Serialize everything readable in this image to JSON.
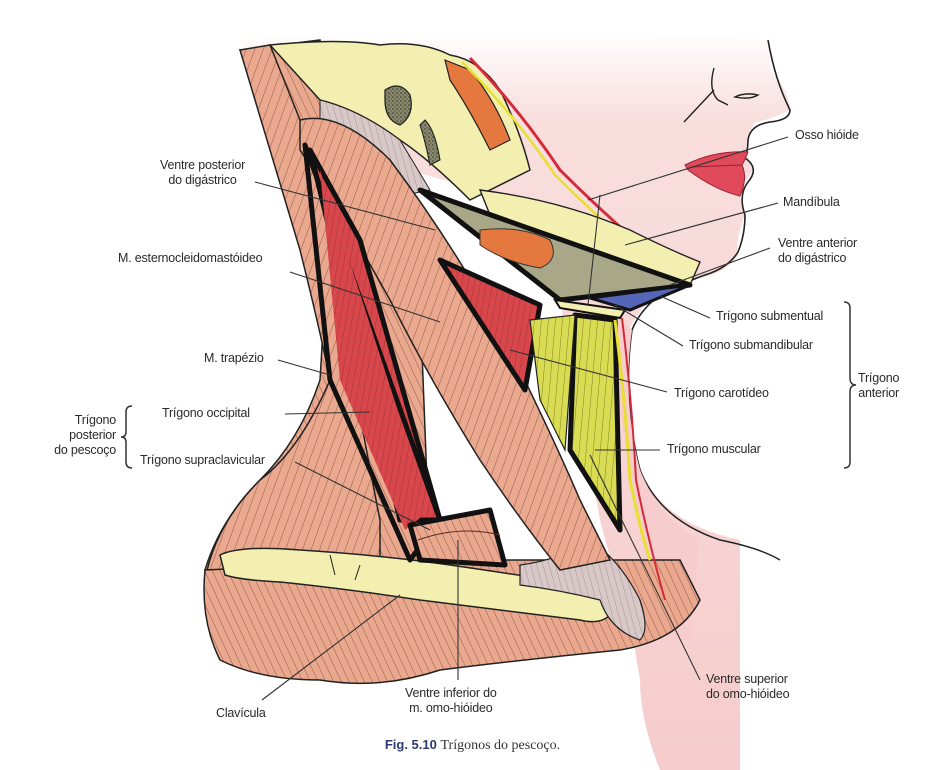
{
  "figure": {
    "number": "Fig. 5.10",
    "title": "Trígonos do pescoço."
  },
  "labels": {
    "ventre_posterior_digastrico": [
      "Ventre posterior",
      "do digástrico"
    ],
    "esternocleidomastoideo": "M. esternocleidomastóideo",
    "trapezio": "M. trapézio",
    "trigono_occipital": "Trígono occipital",
    "trigono_supraclavicular": "Trígono supraclavicular",
    "clavicula": "Clavícula",
    "ventre_inferior_omo": [
      "Ventre inferior do",
      "m. omo-hióideo"
    ],
    "ventre_superior_omo": [
      "Ventre superior",
      "do omo-hióideo"
    ],
    "osso_hioide": "Osso hióide",
    "mandibula": "Mandíbula",
    "ventre_anterior_digastrico": [
      "Ventre anterior",
      "do digástrico"
    ],
    "trigono_submentual": "Trígono submentual",
    "trigono_submandibular": "Trígono submandibular",
    "trigono_carotideo": "Trígono carotídeo",
    "trigono_muscular": "Trígono muscular"
  },
  "groups": {
    "posterior": [
      "Trígono",
      "posterior",
      "do pescoço"
    ],
    "anterior": [
      "Trígono",
      "anterior"
    ]
  },
  "colors": {
    "skin": "#f6cfcf",
    "muscle": "#e9a98c",
    "muscle_red": "#d6434a",
    "bone": "#f3efb0",
    "gland": "#e5783f",
    "yellow_muscle": "#d7d94a",
    "blue": "#5565b8",
    "lip": "#e04a5a",
    "outline": "#111111",
    "caption_blue": "#2e3a6e"
  }
}
